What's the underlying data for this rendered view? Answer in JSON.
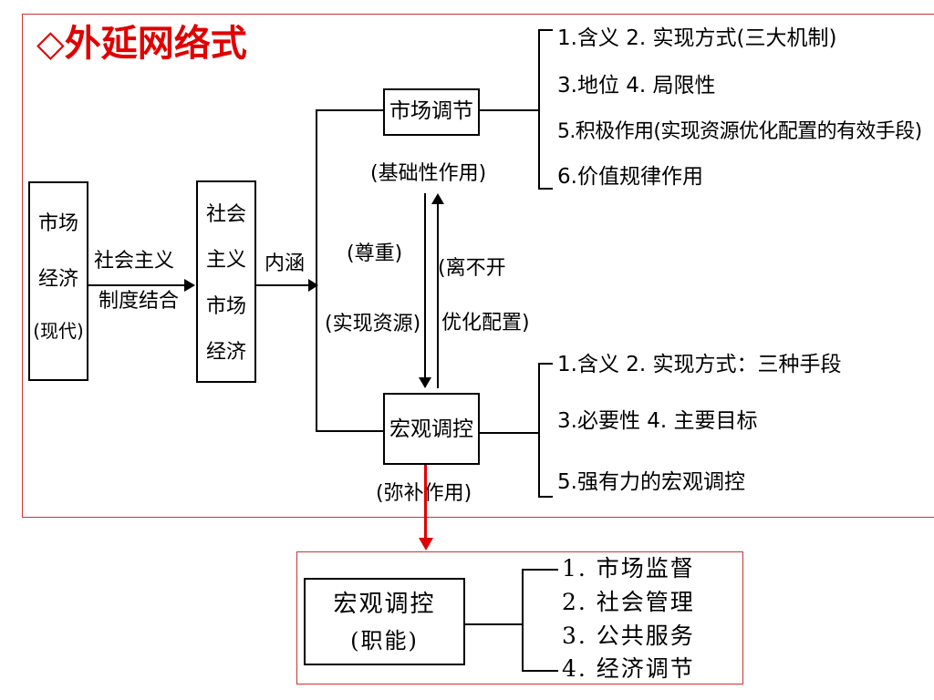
{
  "title": "◇外延网络式",
  "nodes": {
    "market_economy": [
      "市场",
      "经济",
      "(现代)"
    ],
    "combine_label": [
      "社会主义",
      "制度结合"
    ],
    "socialist_market_economy": [
      "社会",
      "主义",
      "市场",
      "经济"
    ],
    "connotation_label": "内涵",
    "market_regulation": "市场调节",
    "market_regulation_role": "(基础性作用)",
    "macro_control": "宏观调控",
    "macro_control_role": "(弥补作用)",
    "respect": "(尊重)",
    "realize_resources": "(实现资源)",
    "inseparable": "(离不开",
    "optimize_allocation": "优化配置)"
  },
  "market_regulation_items": [
    "1.含义    2. 实现方式(三大机制)",
    "3.地位    4. 局限性",
    "5.积极作用(实现资源优化配置的有效手段)",
    "6.价值规律作用"
  ],
  "macro_control_items": [
    "1.含义      2. 实现方式：三种手段",
    "3.必要性   4. 主要目标",
    "5.强有力的宏观调控"
  ],
  "function_box": {
    "title": "宏观调控",
    "subtitle": "(职能)",
    "items": [
      "1. 市场监督",
      "2. 社会管理",
      "3. 公共服务",
      "4. 经济调节"
    ]
  },
  "colors": {
    "title": "#e00000",
    "frame": "#cc3333",
    "arrow_red": "#e00000"
  }
}
